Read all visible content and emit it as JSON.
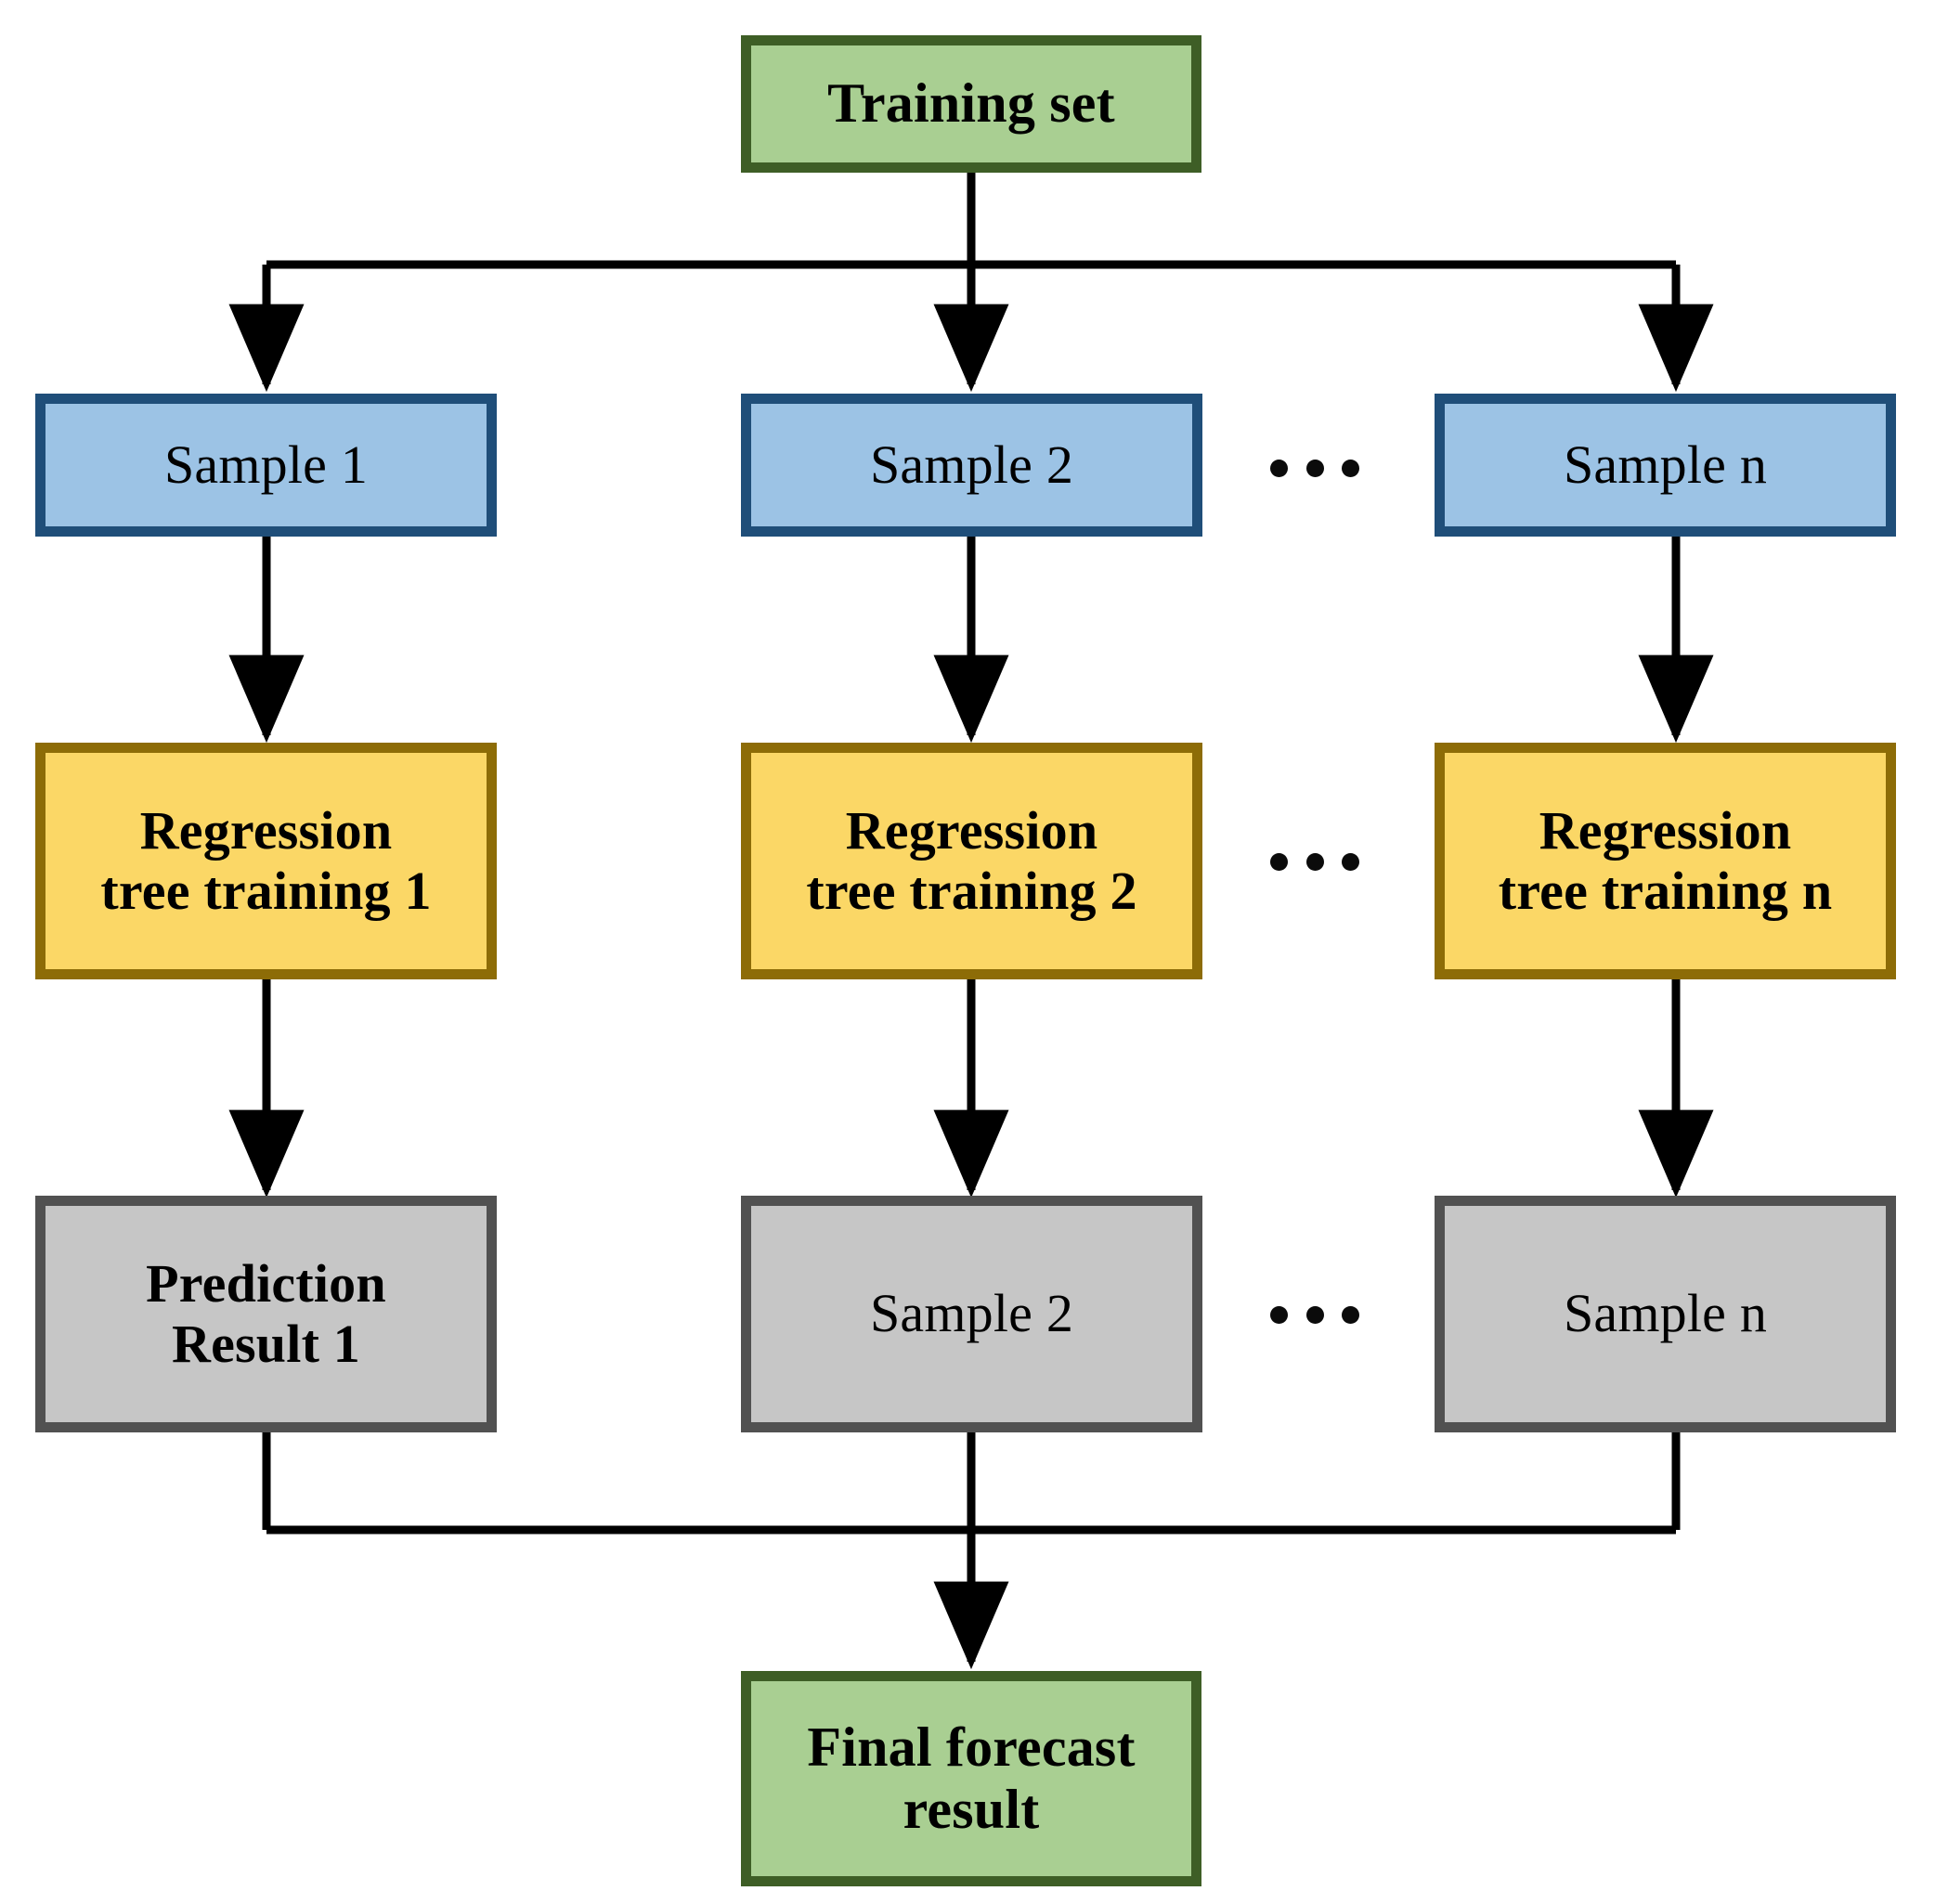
{
  "diagram": {
    "title": "Random forest regression ensemble flowchart",
    "colors": {
      "green_fill": "#a9cf92",
      "green_border": "#3e5e26",
      "blue_fill": "#9cc3e5",
      "blue_border": "#1f4e79",
      "yellow_fill": "#fbd766",
      "yellow_border": "#8d6c07",
      "gray_fill": "#c6c6c6",
      "gray_border": "#515151",
      "connector": "#000000",
      "background": "#ffffff"
    },
    "nodes": {
      "training_set": {
        "label": "Training set"
      },
      "sample_1": {
        "label": "Sample 1"
      },
      "sample_2": {
        "label": "Sample 2"
      },
      "sample_n": {
        "label": "Sample n"
      },
      "regression_tree_1": {
        "label": "Regression\ntree training 1"
      },
      "regression_tree_2": {
        "label": "Regression\ntree training 2"
      },
      "regression_tree_n": {
        "label": "Regression\ntree training n"
      },
      "result_1": {
        "label": "Prediction\nResult 1"
      },
      "result_2": {
        "label": "Sample 2"
      },
      "result_n": {
        "label": "Sample n"
      },
      "final_result": {
        "label": "Final forecast\nresult"
      }
    },
    "ellipses": {
      "row_samples": "• • •",
      "row_trees": "• • •",
      "row_results": "• • •"
    }
  }
}
